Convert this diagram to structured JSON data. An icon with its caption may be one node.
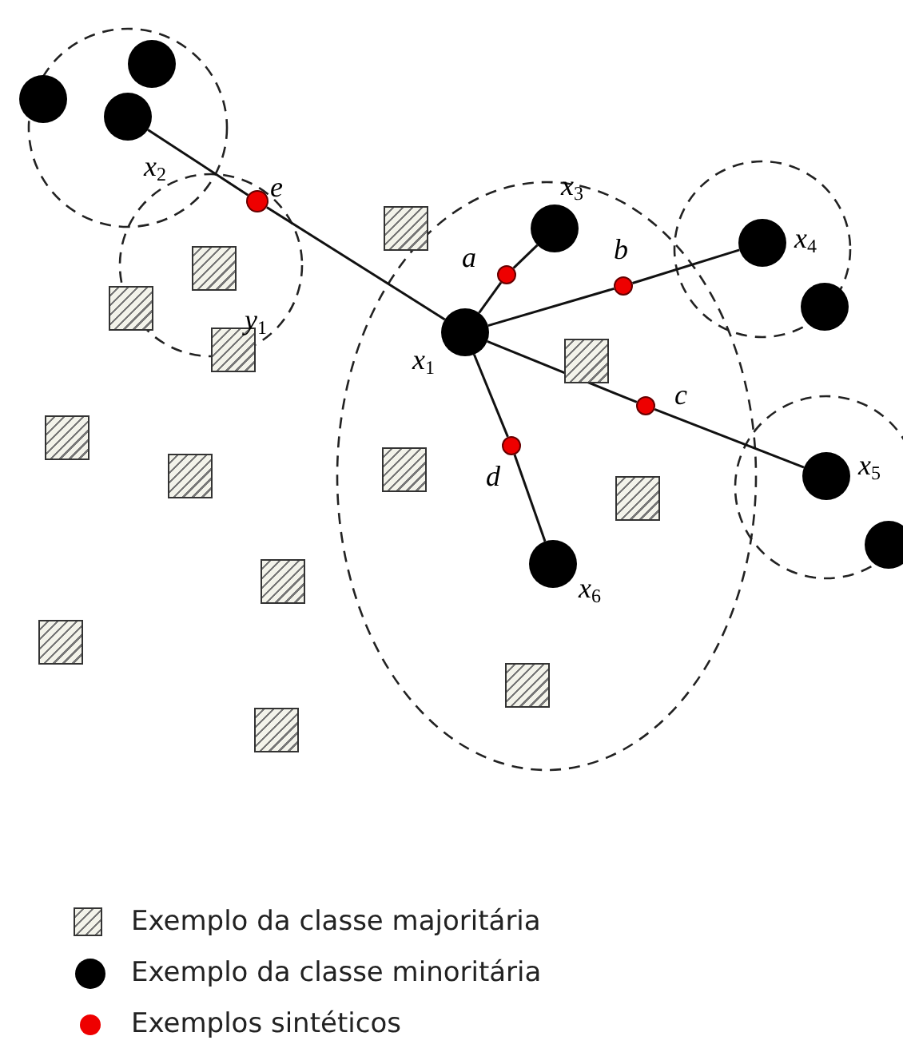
{
  "diagram": {
    "nodes": [
      {
        "text": [],
        "shape": "circle"
      },
      {
        "text": [],
        "shape": "circle"
      },
      {
        "text": [],
        "shape": "circle",
        "beside": [
          "x$_{2}$"
        ]
      },
      {
        "text": [],
        "shape": "circle",
        "beside": [
          "e"
        ]
      },
      {
        "text": [],
        "shape": "box"
      },
      {
        "text": [],
        "shape": "circle",
        "beside": [
          "x$_{3}$"
        ]
      },
      {
        "text": [],
        "shape": "circle",
        "beside": [
          "x$_{4}$"
        ]
      },
      {
        "text": [],
        "shape": "box"
      },
      {
        "text": [],
        "shape": "circle",
        "beside": [
          "a"
        ]
      },
      {
        "text": [],
        "shape": "circle",
        "beside": [
          "b"
        ]
      },
      {
        "text": [],
        "shape": "circle"
      },
      {
        "text": [],
        "shape": "box"
      },
      {
        "text": [],
        "shape": "circle",
        "beside": [
          "x$_{1}$"
        ]
      },
      {
        "text": [],
        "shape": "box",
        "beside": [
          "y$_{1}$"
        ]
      },
      {
        "text": [],
        "shape": "box"
      },
      {
        "text": [],
        "shape": "circle",
        "beside": [
          "c"
        ]
      },
      {
        "text": [],
        "shape": "box"
      },
      {
        "text": [],
        "shape": "circle",
        "beside": [
          "d"
        ]
      },
      {
        "text": [],
        "shape": "box"
      },
      {
        "text": [],
        "shape": "box"
      },
      {
        "text": [],
        "shape": "circle",
        "beside": [
          "x$_{5}$"
        ]
      },
      {
        "text": [],
        "shape": "box"
      },
      {
        "text": [],
        "shape": "circle"
      },
      {
        "text": [],
        "shape": "circle",
        "beside": [
          "x$_{6}$"
        ]
      },
      {
        "text": [],
        "shape": "box"
      },
      {
        "text": [],
        "shape": "box"
      },
      {
        "text": [],
        "shape": "box"
      },
      {
        "text": [],
        "shape": "box"
      }
    ],
    "edges": [
      {
        "from": 2,
        "to": 3,
        "arrow": "none"
      },
      {
        "from": 3,
        "to": 12,
        "arrow": "none"
      },
      {
        "from": 12,
        "to": 8,
        "arrow": "none"
      },
      {
        "from": 8,
        "to": 5,
        "arrow": "none"
      },
      {
        "from": 12,
        "to": 9,
        "arrow": "none"
      },
      {
        "from": 9,
        "to": 6,
        "arrow": "none"
      },
      {
        "from": 12,
        "to": 15,
        "arrow": "none"
      },
      {
        "from": 15,
        "to": 20,
        "arrow": "none"
      },
      {
        "from": 12,
        "to": 17,
        "arrow": "none"
      },
      {
        "from": 17,
        "to": 23,
        "arrow": "none"
      }
    ],
    "legend": [
      {
        "text": "Exemplo da classe majoritária"
      },
      {
        "text": "Exemplo da classe minoritária",
        "color": "#000000"
      },
      {
        "text": "Exemplos sintéticos",
        "color": "#ee0000"
      }
    ]
  }
}
